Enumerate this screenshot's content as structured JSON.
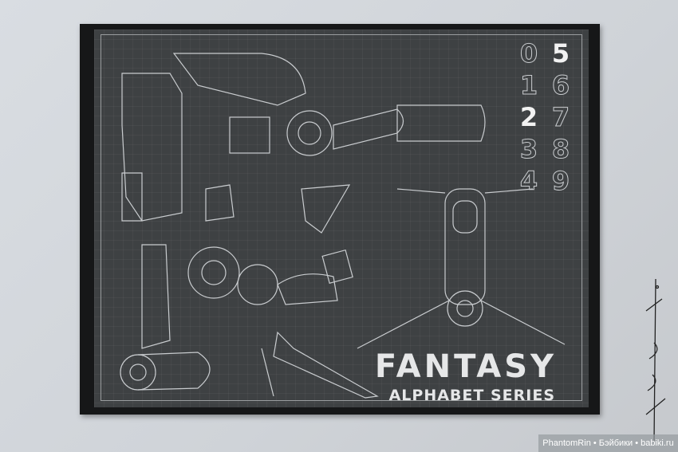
{
  "box": {
    "title": "FANTASY",
    "subtitle": "ALPHABET SERIES",
    "numbers": [
      "0",
      "5",
      "1",
      "6",
      "2",
      "7",
      "3",
      "8",
      "4",
      "9"
    ],
    "highlighted": [
      "5",
      "2"
    ]
  },
  "signature": "PhantomRin.",
  "watermark": "PhantomRin • Бэйбики • babiki.ru"
}
